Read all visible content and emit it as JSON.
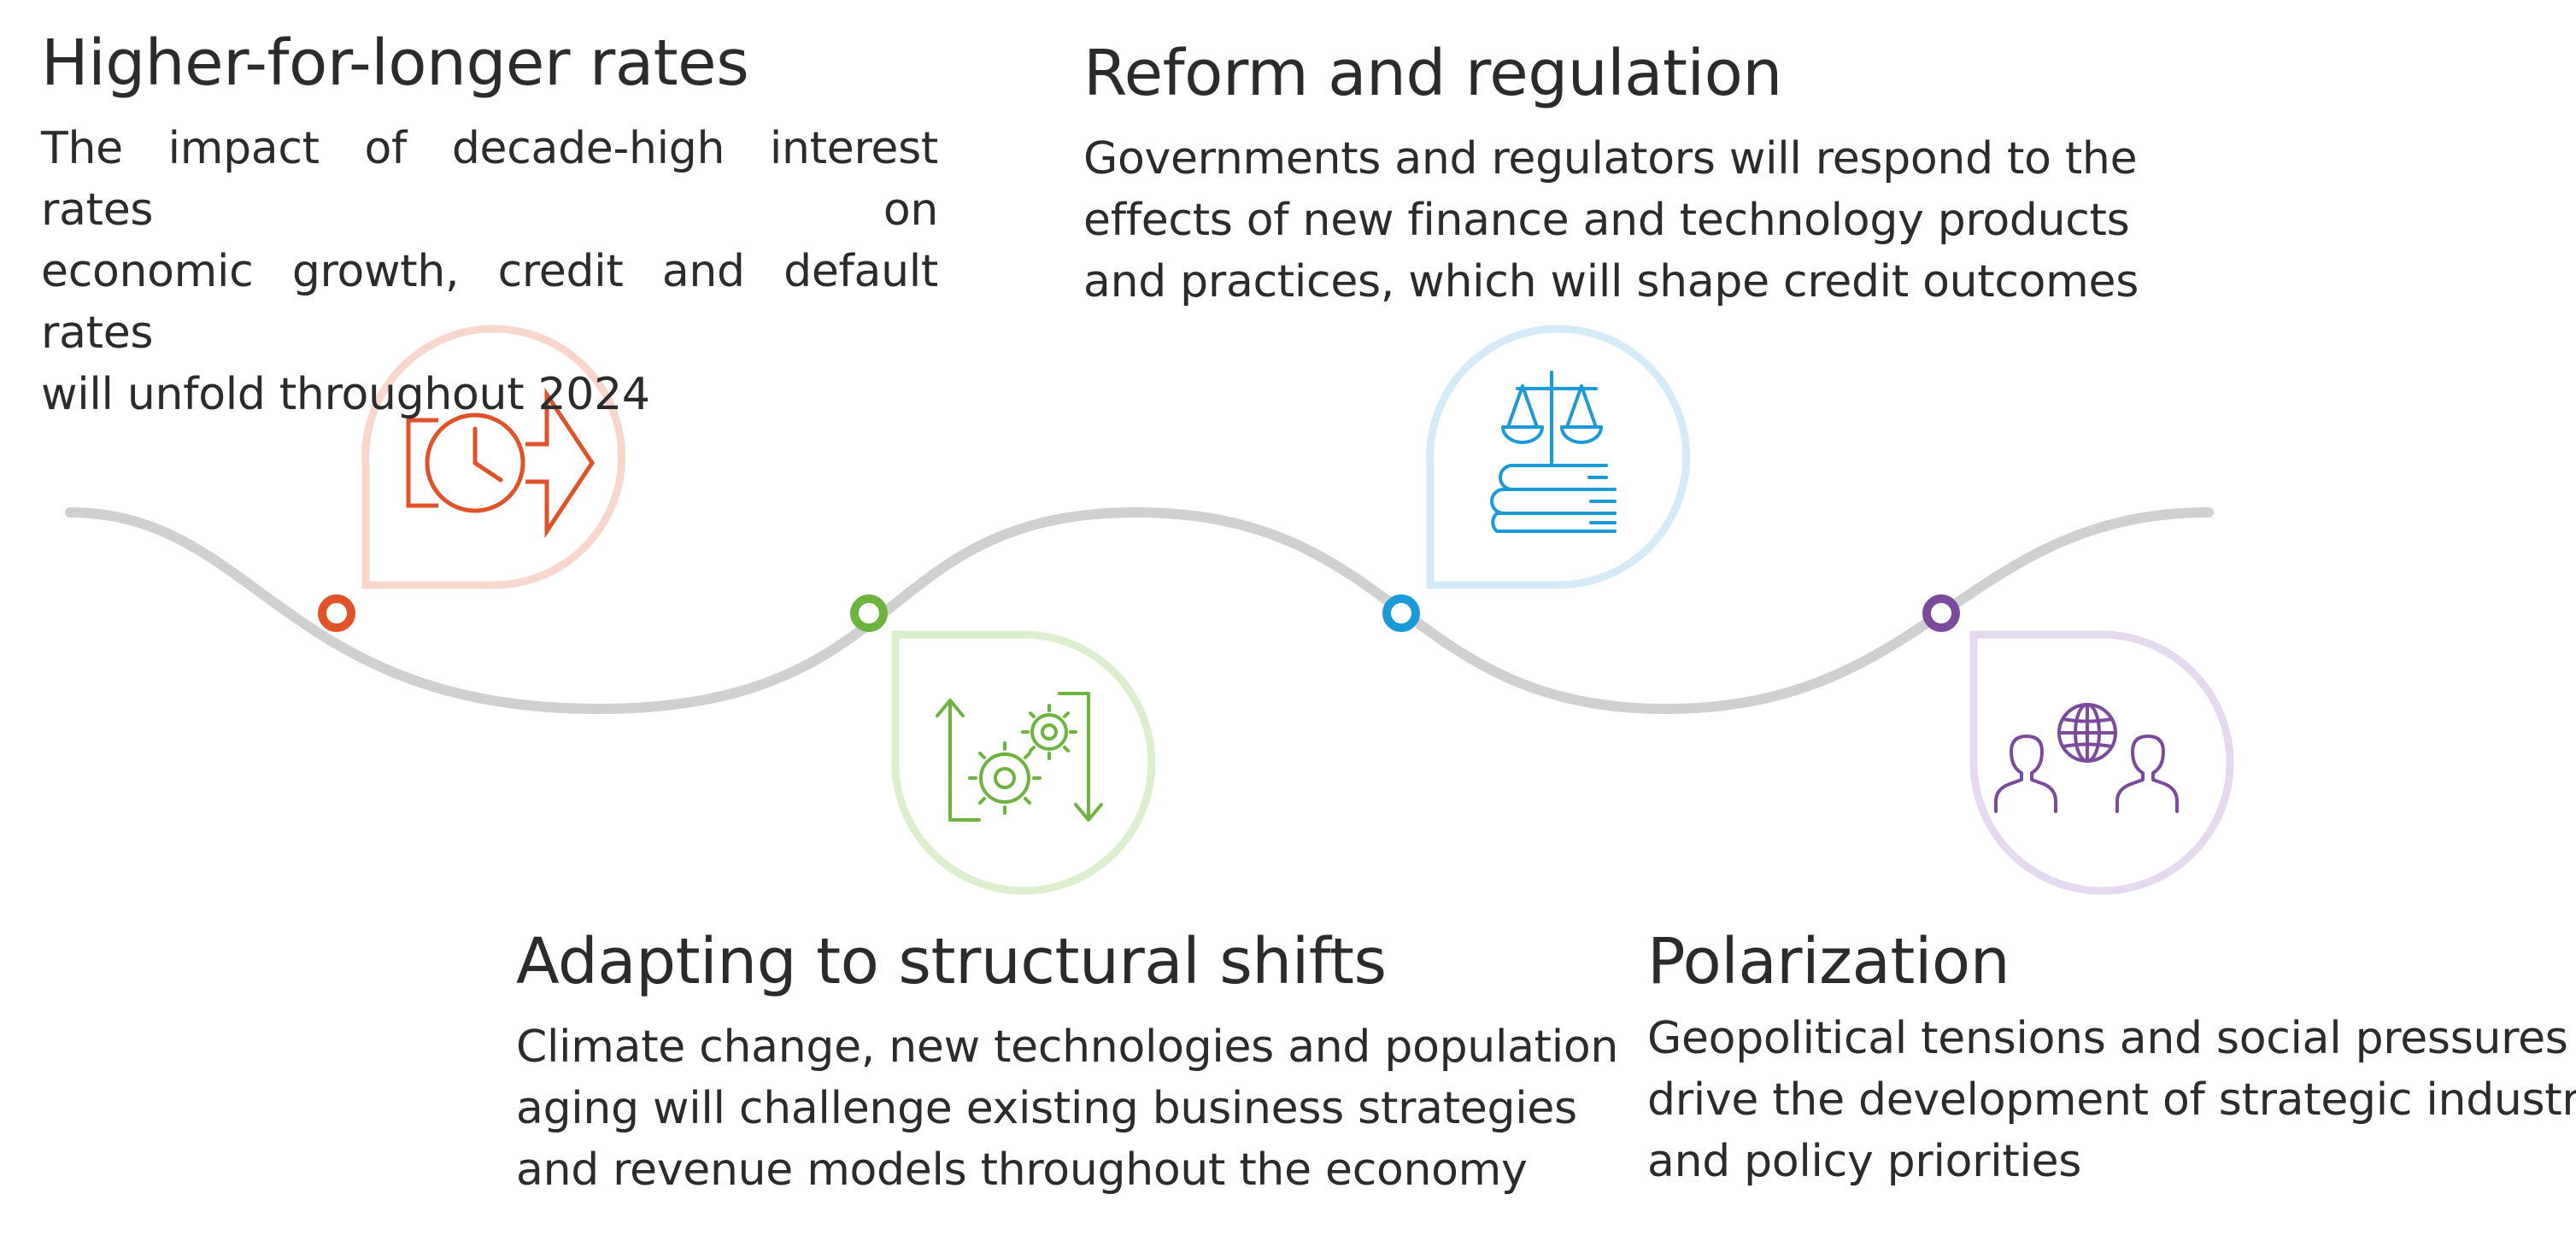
{
  "themes": [
    {
      "title": "Higher-for-longer rates",
      "lines": [
        "The impact of decade-high interest rates on",
        "economic growth, credit and default rates",
        "will unfold throughout 2024"
      ],
      "accent": "#e0532a",
      "pale": "#f9d6cc",
      "icon": "clock-forward-arrow-icon"
    },
    {
      "title": "Adapting to structural shifts",
      "lines": [
        "Climate change, new technologies and population",
        "aging will challenge existing business strategies",
        "and revenue models throughout the economy"
      ],
      "accent": "#6db33f",
      "pale": "#dbeecd",
      "icon": "gears-cycle-icon"
    },
    {
      "title": "Reform and regulation",
      "lines": [
        "Governments and regulators will respond to the",
        "effects of new finance and technology products",
        "and practices, which will shape credit outcomes"
      ],
      "accent": "#1a9ad6",
      "pale": "#d4ebf7",
      "icon": "scales-on-books-icon"
    },
    {
      "title": "Polarization",
      "lines": [
        "Geopolitical tensions and social pressures will",
        "drive the development of strategic industries",
        "and policy priorities"
      ],
      "accent": "#7b4a9c",
      "pale": "#e4d9ee",
      "icon": "people-globe-icon"
    }
  ],
  "colors": {
    "path": "#d0d0d0",
    "text": "#2b2b2b"
  }
}
